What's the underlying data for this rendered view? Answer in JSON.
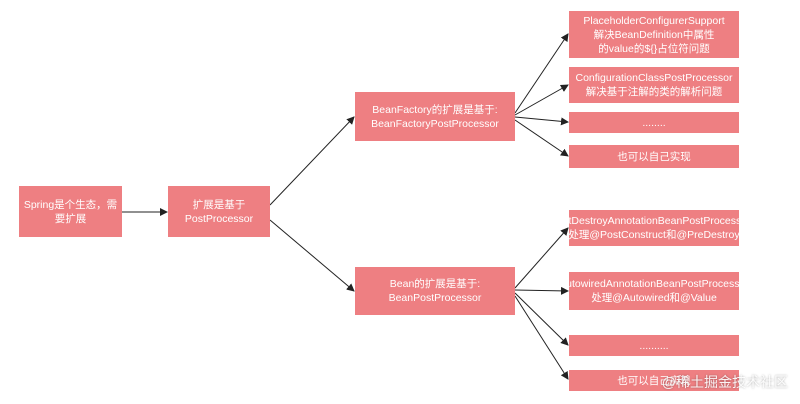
{
  "nodes": {
    "spring": "Spring是个生态，需要扩展",
    "extension": "扩展是基于\nPostProcessor",
    "beanfactory": "BeanFactory的扩展是基于:\nBeanFactoryPostProcessor",
    "bean": "Bean的扩展是基于:\nBeanPostProcessor",
    "bf_children": [
      "PlaceholderConfigurerSupport\n解决BeanDefinition中属性\n的value的${}占位符问题",
      "ConfigurationClassPostProcessor\n解决基于注解的类的解析问题",
      "........",
      "也可以自己实现"
    ],
    "bean_children": [
      "InitDestroyAnnotationBeanPostProcessor\n处理@PostConstruct和@PreDestroy",
      "AutowiredAnnotationBeanPostProcessor\n处理@Autowired和@Value",
      "..........",
      "也可以自己实现"
    ]
  },
  "watermark": "@稀土掘金技术社区",
  "colors": {
    "node_fill": "#ee7f82",
    "node_text": "#ffffff",
    "edge": "#222222"
  }
}
